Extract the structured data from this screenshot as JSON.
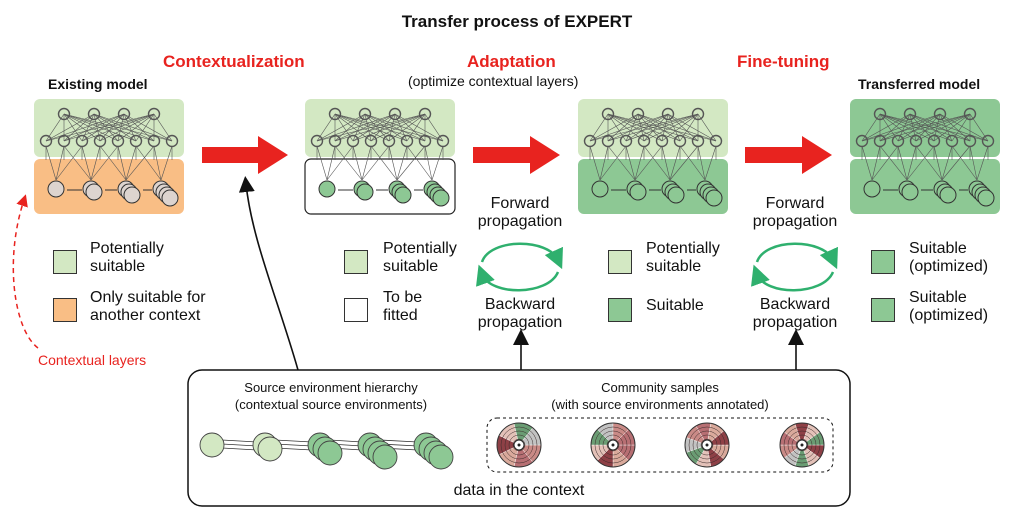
{
  "title": "Transfer process of EXPERT",
  "stages": {
    "contextualization": "Contextualization",
    "adaptation": "Adaptation",
    "adaptation_sub": "(optimize contextual layers)",
    "finetuning": "Fine-tuning"
  },
  "models": {
    "existing": "Existing model",
    "transferred": "Transferred model"
  },
  "legend": {
    "col1": {
      "item1": "Potentially suitable",
      "item2": "Only suitable for another context"
    },
    "col2": {
      "item1": "Potentially suitable",
      "item2": "To be fitted"
    },
    "col3": {
      "item1": "Potentially suitable",
      "item2": "Suitable"
    },
    "col4": {
      "item1": "Suitable (optimized)",
      "item2": "Suitable (optimized)"
    }
  },
  "propagation": {
    "forward": "Forward propagation",
    "backward": "Backward propagation"
  },
  "contextual_layers": "Contextual layers",
  "data_panel": {
    "hierarchy_title": "Source environment hierarchy",
    "hierarchy_sub": "(contextual source environments)",
    "samples_title": "Community samples",
    "samples_sub": "(with source environments annotated)",
    "footer": "data in the context"
  },
  "colors": {
    "light_green": "#d3e8c3",
    "mid_green": "#8dc894",
    "orange": "#f9be85",
    "red": "#e8231f",
    "cycle_green": "#2fb06e"
  }
}
